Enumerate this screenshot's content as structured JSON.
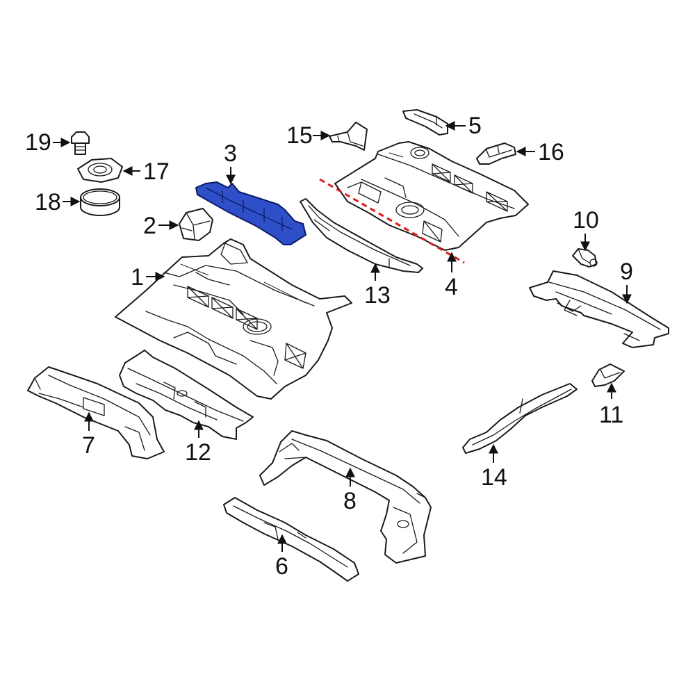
{
  "colors": {
    "line": "#1a1a1a",
    "highlight_fill": "#2f4fc8",
    "highlight_stroke": "#0b1a66",
    "cut_line": "#e01818",
    "background": "#ffffff"
  },
  "callouts": {
    "c1": "1",
    "c2": "2",
    "c3": "3",
    "c4": "4",
    "c5": "5",
    "c6": "6",
    "c7": "7",
    "c8": "8",
    "c9": "9",
    "c10": "10",
    "c11": "11",
    "c12": "12",
    "c13": "13",
    "c14": "14",
    "c15": "15",
    "c16": "16",
    "c17": "17",
    "c18": "18",
    "c19": "19"
  },
  "highlighted_part": "3"
}
